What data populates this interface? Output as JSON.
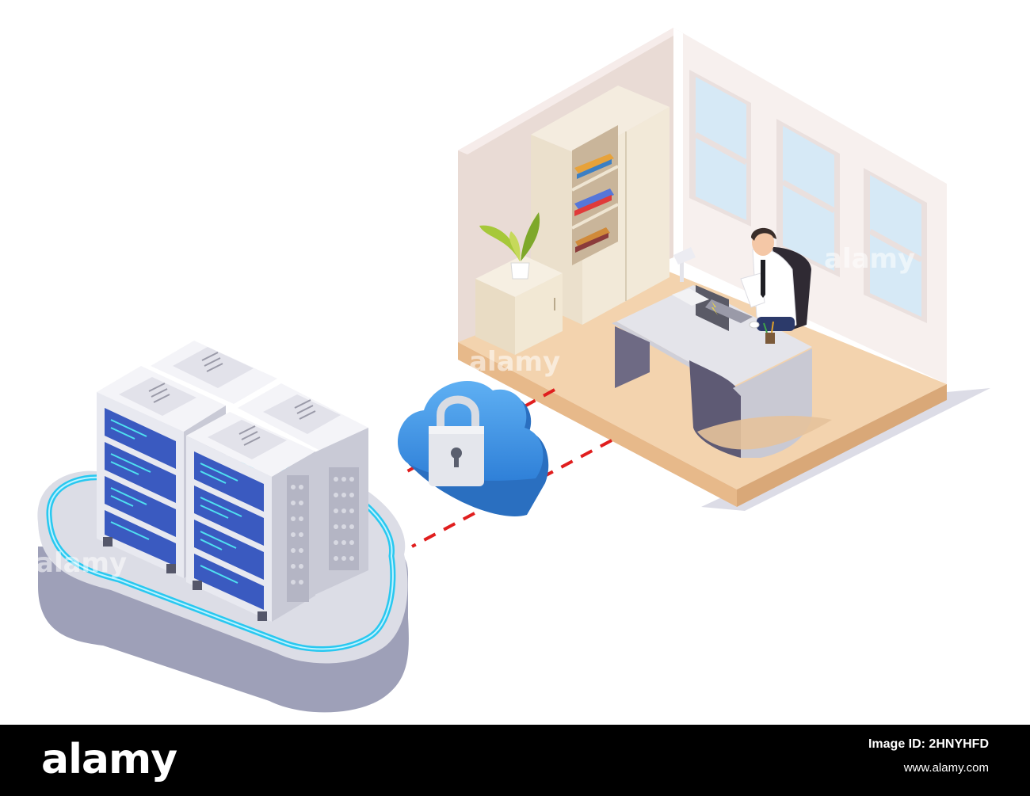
{
  "watermark": {
    "text": "alamy"
  },
  "footer": {
    "brand": "alamy",
    "image_id_label": "Image ID: 2HNYHFD",
    "site": "www.alamy.com"
  },
  "colors": {
    "cloud_blue": "#3f8ee0",
    "glow": "#28c8f0",
    "link_dash": "#e01e1e",
    "floor": "#f3d3ae",
    "server_screen": "#3a5ac0"
  },
  "icons": [
    "padlock-icon",
    "cloud-icon",
    "server-rack-icon",
    "laptop-icon",
    "plant-icon"
  ]
}
